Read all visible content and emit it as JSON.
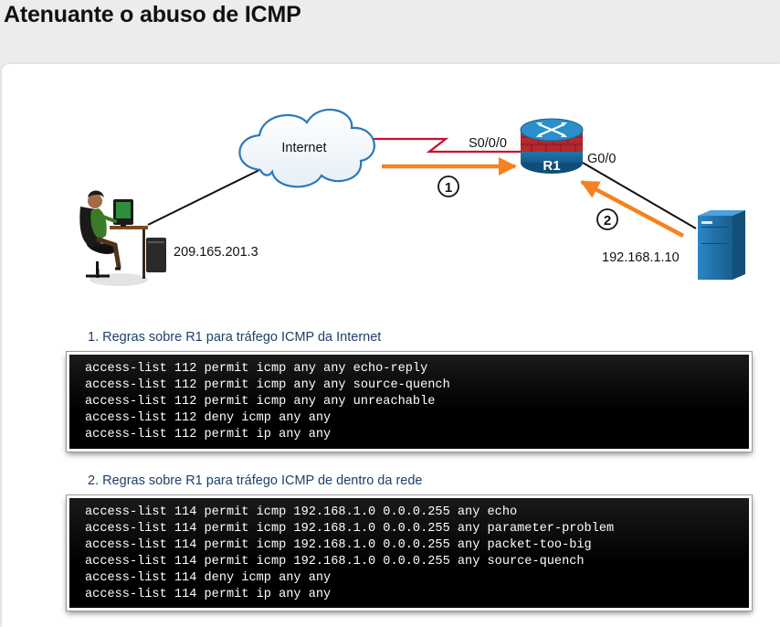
{
  "page": {
    "title": "Atenuante o abuso de ICMP"
  },
  "diagram": {
    "cloud_label": "Internet",
    "router_label": "R1",
    "serial_interface": "S0/0/0",
    "gig_interface": "G0/0",
    "pc_ip": "209.165.201.3",
    "server_ip": "192.168.1.10",
    "step1": "1",
    "step2": "2",
    "colors": {
      "arrow": "#f5821f",
      "serial_link": "#c8102e",
      "router": "#1a7ab0",
      "firewall": "#b5282e",
      "server": "#1f6fa6"
    }
  },
  "section1": {
    "heading": "1. Regras sobre R1 para tráfego ICMP da Internet",
    "lines": [
      "access-list 112 permit icmp any any echo-reply",
      "access-list 112 permit icmp any any source-quench",
      "access-list 112 permit icmp any any unreachable",
      "access-list 112 deny icmp any any",
      "access-list 112 permit ip any any"
    ]
  },
  "section2": {
    "heading": "2. Regras sobre R1 para tráfego ICMP de dentro da rede",
    "lines": [
      "access-list 114 permit icmp 192.168.1.0 0.0.0.255 any echo",
      "access-list 114 permit icmp 192.168.1.0 0.0.0.255 any parameter-problem",
      "access-list 114 permit icmp 192.168.1.0 0.0.0.255 any packet-too-big",
      "access-list 114 permit icmp 192.168.1.0 0.0.0.255 any source-quench",
      "access-list 114 deny icmp any any",
      "access-list 114 permit ip any any"
    ]
  }
}
